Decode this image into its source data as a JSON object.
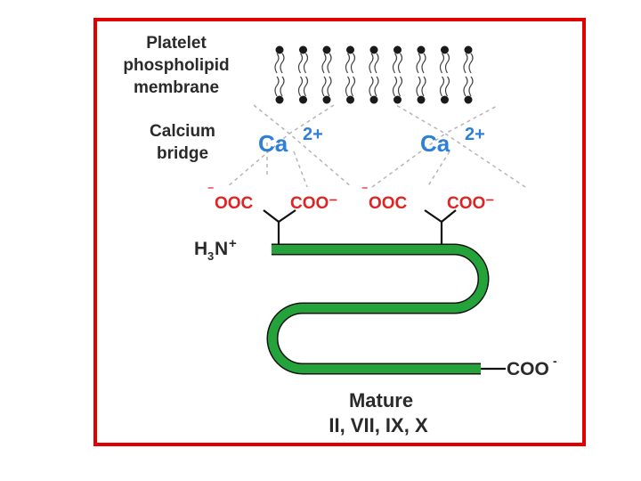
{
  "colors": {
    "frame": "#e00000",
    "protein": "#23a33a",
    "calcium": "#2e7fd6",
    "carboxyl": "#e02424",
    "text": "#2a2a2a"
  },
  "labels": {
    "membrane": [
      "Platelet",
      "phospholipid",
      "membrane"
    ],
    "bridge": [
      "Calcium",
      "bridge"
    ],
    "calcium_ion": {
      "symbol": "Ca",
      "charge": "2+"
    },
    "carboxyl_groups": [
      "⁻",
      "OOC",
      "COO⁻",
      "⁻",
      "OOC",
      "COO⁻"
    ],
    "n_terminus": {
      "a": "H",
      "sub": "3",
      "b": "N",
      "sup": "+"
    },
    "c_terminus": {
      "text": "COO",
      "sup": "-"
    },
    "caption": [
      "Mature",
      "II, VII, IX, X"
    ]
  }
}
